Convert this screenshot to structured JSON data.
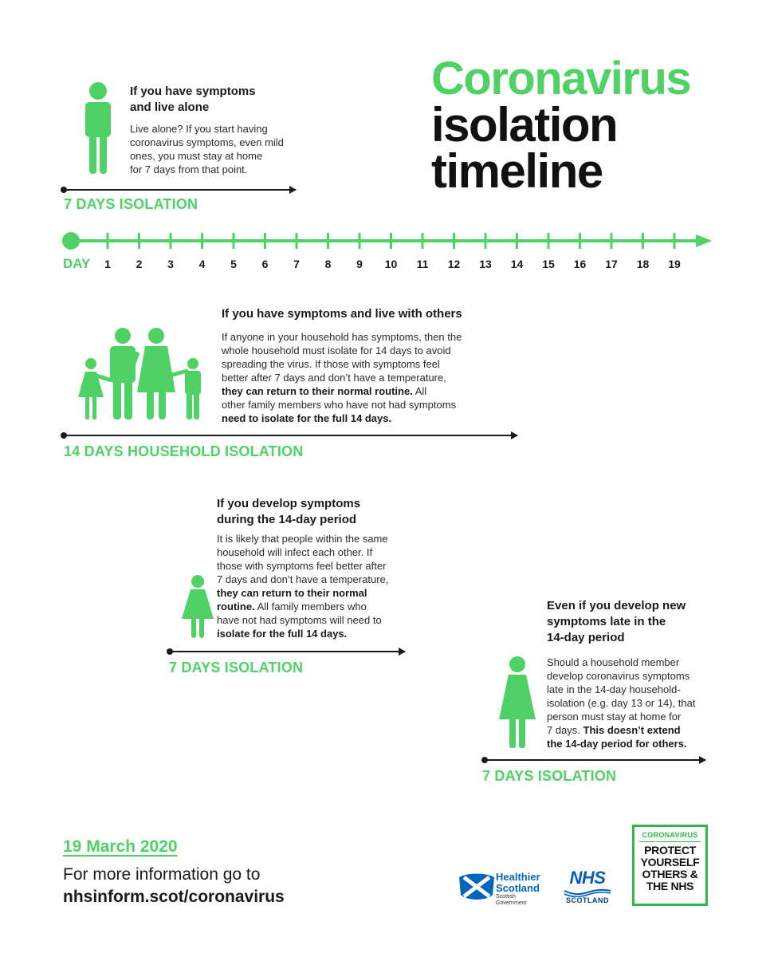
{
  "title": {
    "line1": "Coronavirus",
    "line2": "isolation",
    "line3": "timeline"
  },
  "section_alone": {
    "heading_line1": "If you have symptoms",
    "heading_line2": "and live alone",
    "body_lines": [
      "Live alone? If you start having",
      "coronavirus symptoms, even mild",
      "ones, you must stay at home",
      "for 7 days from that point."
    ],
    "label": "7 DAYS ISOLATION"
  },
  "timeline": {
    "day_label": "DAY",
    "days": [
      "1",
      "2",
      "3",
      "4",
      "5",
      "6",
      "7",
      "8",
      "9",
      "10",
      "11",
      "12",
      "13",
      "14",
      "15",
      "16",
      "17",
      "18",
      "19"
    ]
  },
  "section_household": {
    "heading": "If you have symptoms and live with others",
    "line1": "If anyone in your household has symptoms, then the",
    "line2": "whole household must isolate for 14 days to avoid",
    "line3": "spreading the virus. If those with symptoms feel",
    "line4": "better after 7 days and don’t have a temperature,",
    "line5_bold": "they can return to their normal routine.",
    "line5_rest": " All",
    "line6": "other family members who have not had symptoms",
    "line7_bold": "need to isolate for the full 14 days.",
    "label": "14 DAYS HOUSEHOLD ISOLATION"
  },
  "section_during": {
    "heading_line1": "If you develop symptoms",
    "heading_line2": "during the 14-day period",
    "line1": "It is likely that people within the same",
    "line2": "household will infect each other. If",
    "line3": "those with symptoms feel better after",
    "line4": "7 days and don’t have a temperature,",
    "line5_bold": "they can return to their normal",
    "line6_bold": "routine.",
    "line6_rest": " All family members who",
    "line7": "have not had symptoms will need to",
    "line8_bold": "isolate for the full 14 days.",
    "label": "7 DAYS ISOLATION"
  },
  "section_late": {
    "heading_line1": "Even if you develop new",
    "heading_line2": "symptoms late in the",
    "heading_line3": "14-day period",
    "line1": "Should a household member",
    "line2": "develop coronavirus symptoms",
    "line3": "late in the 14-day household-",
    "line4": "isolation (e.g. day 13 or 14), that",
    "line5": "person must stay at home for",
    "line6_plain": "7 days. ",
    "line6_bold": "This doesn’t extend",
    "line7_bold": "the 14-day period for others.",
    "label": "7 DAYS ISOLATION"
  },
  "footer": {
    "date": "19 March 2020",
    "more_info": "For more information go to",
    "url": "nhsinform.scot/coronavirus"
  },
  "logos": {
    "healthier_scotland_line1": "Healthier",
    "healthier_scotland_line2": "Scotland",
    "scottish_gov_line1": "Scottish",
    "scottish_gov_line2": "Government",
    "nhs": "NHS",
    "nhs_scotland": "SCOTLAND"
  },
  "badge": {
    "top": "CORONAVIRUS",
    "line1": "PROTECT",
    "line2": "YOURSELF",
    "line3": "OTHERS &",
    "line4": "THE NHS"
  },
  "colors": {
    "accent_green": "#4fd166",
    "text_dark": "#1a1a1a",
    "nhs_blue": "#005eb8",
    "saltire_blue": "#0065bd"
  }
}
